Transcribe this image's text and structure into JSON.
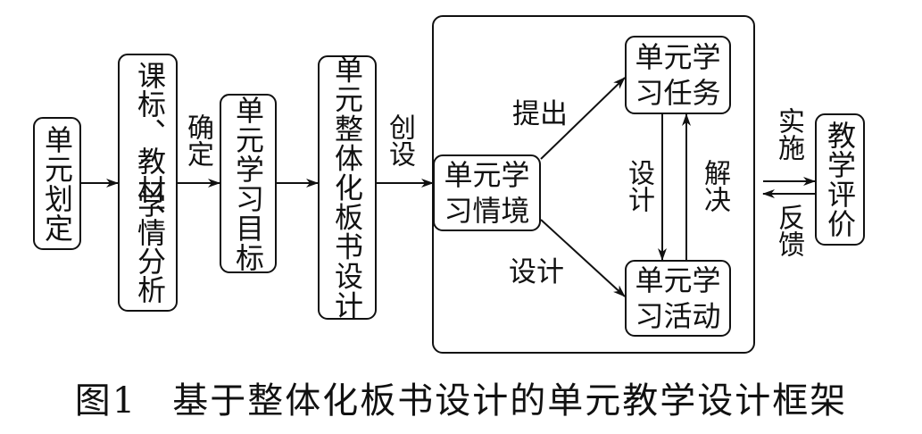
{
  "boxes": {
    "unit_division": "单元划定",
    "curriculum_analysis_col1": "课标、教材、",
    "curriculum_analysis_col2": "学情分析",
    "unit_goals": "单元学习目标",
    "blackboard_design": "单元整体化板书设计",
    "unit_situation_line1": "单元学",
    "unit_situation_line2": "习情境",
    "unit_task_line1": "单元学",
    "unit_task_line2": "习任务",
    "unit_activity_line1": "单元学",
    "unit_activity_line2": "习活动",
    "teaching_evaluation": "教学评价"
  },
  "labels": {
    "determine": "确定",
    "create": "创设",
    "propose": "提出",
    "design_down": "设计",
    "solve": "解决",
    "design_lower": "设计",
    "implement": "实施",
    "feedback": "反馈"
  },
  "caption": {
    "figure_number": "图1",
    "title": "基于整体化板书设计的单元教学设计框架"
  }
}
